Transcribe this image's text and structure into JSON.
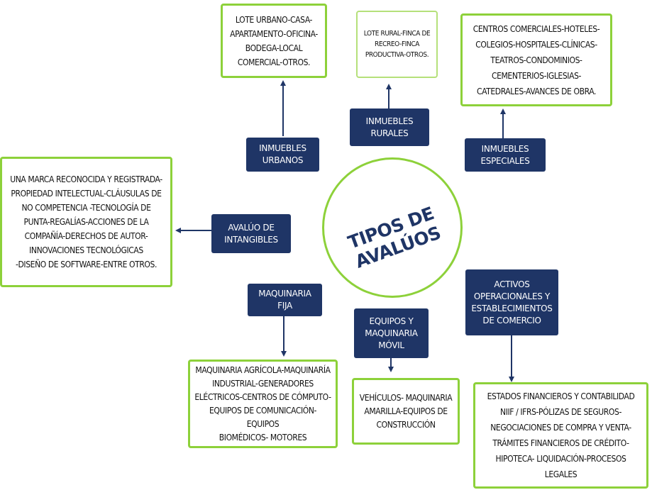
{
  "title": "TIPOS DE AVALÚOS",
  "categories": {
    "urbanos": "INMUEBLES URBANOS",
    "rurales": "INMUEBLES RURALES",
    "especiales": "INMUEBLES ESPECIALES",
    "intangibles": "AVALÚO DE INTANGIBLES",
    "maquinaria_fija": "MAQUINARIA FIJA",
    "equipos_movil": "EQUIPOS Y MAQUINARIA MÓVIL",
    "activos": "ACTIVOS OPERACIONALES Y ESTABLECIMIENTOS DE COMERCIO"
  },
  "descriptions": {
    "urbanos": [
      "LOTE URBANO-CASA-",
      "APARTAMENTO-OFICINA-",
      "BODEGA-LOCAL",
      "COMERCIAL-OTROS."
    ],
    "rurales": [
      "LOTE RURAL-FINCA DE",
      "RECREO-FINCA",
      "PRODUCTIVA-OTROS."
    ],
    "especiales": [
      "CENTROS COMERCIALES-HOTELES-",
      "COLEGIOS-HOSPITALES-CLÍNICAS-",
      "TEATROS-CONDOMINIOS-",
      "CEMENTERIOS-IGLESIAS-",
      "CATEDRALES-AVANCES DE OBRA."
    ],
    "intangibles": [
      "UNA MARCA RECONOCIDA Y REGISTRADA-",
      "PROPIEDAD INTELECTUAL-CLÁUSULAS DE",
      "NO COMPETENCIA -TECNOLOGÍA DE",
      "PUNTA-REGALÍAS-ACCIONES DE LA",
      "COMPAÑÍA-DERECHOS DE AUTOR-",
      "INNOVACIONES TECNOLÓGICAS",
      "-DISEÑO DE SOFTWARE-ENTRE OTROS."
    ],
    "maquinaria_fija": [
      "MAQUINARIA AGRÍCOLA-MAQUINARÍA",
      "INDUSTRIAL-GENERADORES",
      "ELÉCTRICOS-CENTROS DE CÓMPUTO-",
      "EQUIPOS DE COMUNICACIÓN-EQUIPOS",
      "BIOMÉDICOS- MOTORES"
    ],
    "equipos_movil": [
      "VEHÍCULOS- MAQUINARIA",
      "AMARILLA-EQUIPOS DE",
      "CONSTRUCCIÓN"
    ],
    "activos": [
      "ESTADOS FINANCIEROS Y CONTABILIDAD",
      "NIIF / IFRS-PÓLIZAS DE SEGUROS-",
      "NEGOCIACIONES DE COMPRA Y VENTA-",
      "TRÁMITES FINANCIEROS DE CRÉDITO-",
      "HIPOTECA- LIQUIDACIÓN-PROCESOS",
      "LEGALES"
    ]
  },
  "colors": {
    "label_bg": "#1f3566",
    "box_border": "#8dd13a",
    "arrow": "#1f3566"
  }
}
